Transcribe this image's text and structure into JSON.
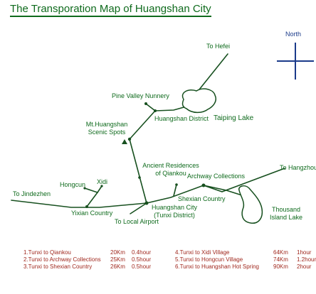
{
  "title": "The Transporation Map of Huangshan City",
  "compass": {
    "label": "North"
  },
  "places": {
    "hefei": "To Hefei",
    "pine_valley": "Pine Valley Nunnery",
    "huangshan_district": "Huangshan District",
    "taiping_lake": "Taiping Lake",
    "mt_huangshan_1": "Mt.Huangshan",
    "mt_huangshan_2": "Scenic Spots",
    "qiankou_1": "Ancient Residences",
    "qiankou_2": "of Qiankou",
    "hongcun": "Hongcun",
    "xidi": "Xidi",
    "archway": "Archway Collections",
    "hangzhou": "To Hangzhou",
    "jindezhen": "To Jindezhen",
    "shexian": "Shexian Country",
    "yixian": "Yixian Country",
    "tunxi_1": "Huangshan City",
    "tunxi_2": "(Tunxi District)",
    "airport": "To  Local Airport",
    "thousand_1": "Thousand",
    "thousand_2": "Island Lake"
  },
  "colors": {
    "road": "#17501f",
    "label": "#0e6a1c",
    "legend": "#a0281e",
    "compass": "#1a3a8a"
  },
  "legend": [
    {
      "route": "1.Tunxi to Qiankou",
      "distance": "20Km",
      "time": "0.4hour"
    },
    {
      "route": "2.Tunxi to Archway Collections",
      "distance": "25Km",
      "time": "0.5hour"
    },
    {
      "route": "3.Tunxi to Shexian Country",
      "distance": "26Km",
      "time": "0.5hour"
    },
    {
      "route": "4.Tunxi to Xidi Village",
      "distance": "64Km",
      "time": "1hour"
    },
    {
      "route": "5.Tunxi to Hongcun Village",
      "distance": "74Km",
      "time": "1.2hour"
    },
    {
      "route": "6.Tunxi to Huangshan Hot Spring",
      "distance": "90Km",
      "time": "2hour"
    }
  ]
}
